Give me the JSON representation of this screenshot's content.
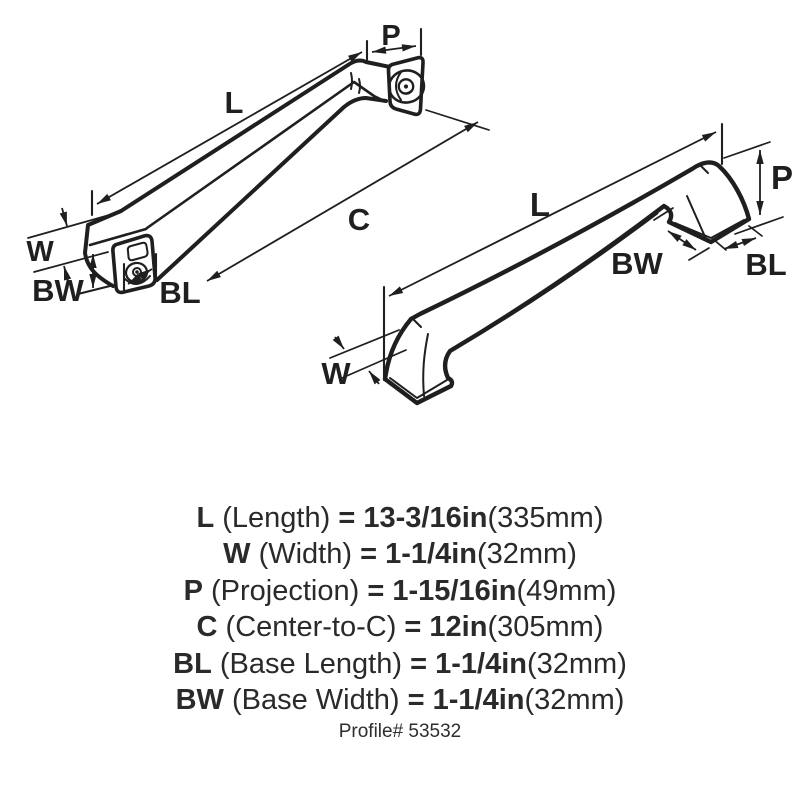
{
  "colors": {
    "background": "#ffffff",
    "line": "#1f1f1f",
    "text": "#2a2a2a"
  },
  "perspective_view": {
    "labels": {
      "length": "L",
      "projection": "P",
      "center_to_center": "C",
      "width": "W",
      "base_width": "BW",
      "base_length": "BL"
    }
  },
  "side_view": {
    "labels": {
      "length": "L",
      "projection": "P",
      "width": "W",
      "base_width": "BW",
      "base_length": "BL"
    }
  },
  "specs": {
    "equals_sign": "=",
    "rows": [
      {
        "abbr": "L",
        "name": "(Length)",
        "value": "13-3/16in",
        "metric": "(335mm)"
      },
      {
        "abbr": "W",
        "name": "(Width)",
        "value": "1-1/4in",
        "metric": "(32mm)"
      },
      {
        "abbr": "P",
        "name": "(Projection)",
        "value": "1-15/16in",
        "metric": "(49mm)"
      },
      {
        "abbr": "C",
        "name": "(Center-to-C)",
        "value": "12in",
        "metric": "(305mm)"
      },
      {
        "abbr": "BL",
        "name": "(Base Length)",
        "value": "1-1/4in",
        "metric": "(32mm)"
      },
      {
        "abbr": "BW",
        "name": "(Base Width)",
        "value": "1-1/4in",
        "metric": "(32mm)"
      }
    ],
    "profile": "Profile# 53532"
  }
}
